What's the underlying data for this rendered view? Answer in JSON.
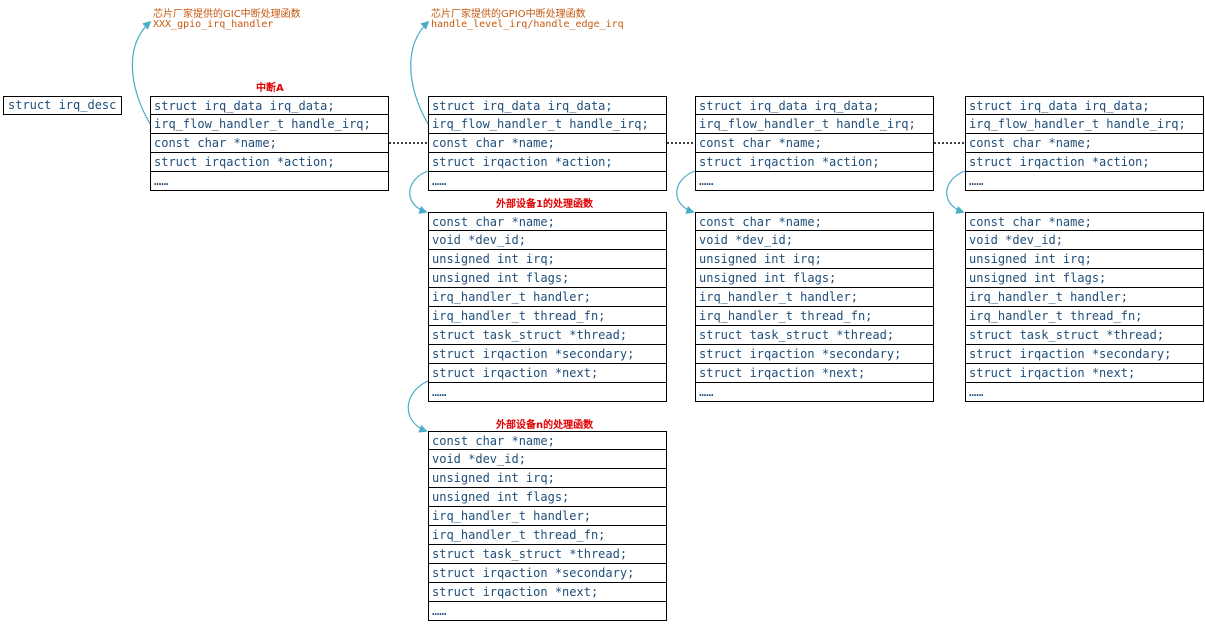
{
  "root_label": "struct irq_desc",
  "gic_note": {
    "title": "芯片厂家提供的GIC中断处理函数",
    "sub": "XXX_gpio_irq_handler"
  },
  "gpio_note": {
    "title": "芯片厂家提供的GPIO中断处理函数",
    "sub": "handle_level_irq/handle_edge_irq"
  },
  "interrupt_label": "中断A",
  "dev1_label": "外部设备1的处理函数",
  "devn_label": "外部设备n的处理函数",
  "desc_fields": [
    "struct irq_data irq_data;",
    "irq_flow_handler_t handle_irq;",
    "const char *name;",
    "struct irqaction *action;",
    "……"
  ],
  "action_fields": [
    "const char *name;",
    "void *dev_id;",
    "unsigned int irq;",
    "unsigned int flags;",
    "irq_handler_t handler;",
    "irq_handler_t thread_fn;",
    "struct task_struct *thread;",
    "struct irqaction *secondary;",
    "struct irqaction *next;",
    "……"
  ],
  "colors": {
    "field_text": "#1f4e79",
    "label_red": "#e00000",
    "note_orange": "#c65911",
    "arrow": "#4bacc6"
  }
}
